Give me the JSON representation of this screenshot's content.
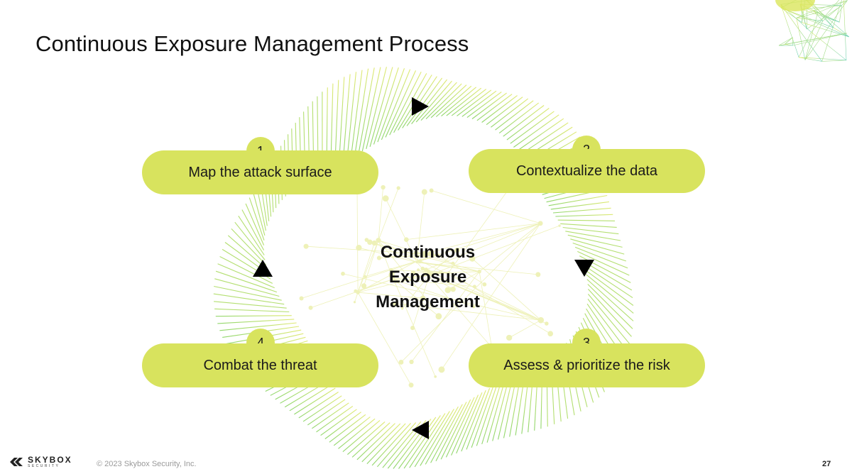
{
  "slide": {
    "title": "Continuous Exposure Management Process",
    "center_label": [
      "Continuous",
      "Exposure",
      "Management"
    ],
    "footer": {
      "copyright": "© 2023 Skybox Security, Inc.",
      "page_number": "27",
      "logo_name": "SKYBOX",
      "logo_sub": "SECURITY"
    }
  },
  "steps": [
    {
      "number": "1",
      "label": "Map the attack surface"
    },
    {
      "number": "2",
      "label": "Contextualize the data"
    },
    {
      "number": "3",
      "label": "Assess & prioritize the risk"
    },
    {
      "number": "4",
      "label": "Combat the threat"
    }
  ],
  "colors": {
    "pill": "#d8e35e",
    "ring_green": "#7ccf52",
    "ring_yellow": "#dbe65c",
    "network_dots": "#eef1b8",
    "arrow": "#000000"
  }
}
